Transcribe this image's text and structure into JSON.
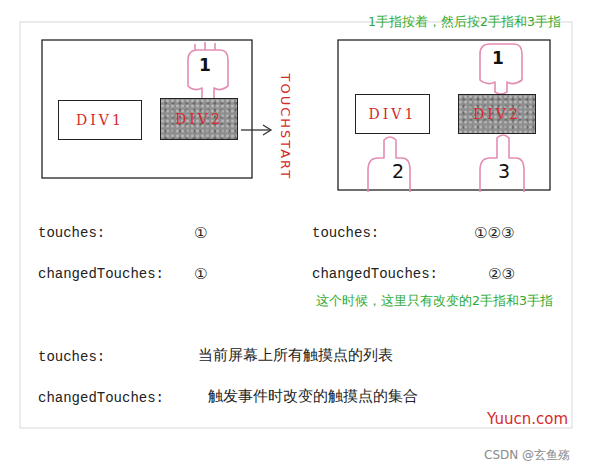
{
  "diagram": {
    "nodes": [
      {
        "text": [
          "DIV1"
        ]
      },
      {
        "text": [
          "DIV2"
        ]
      },
      {
        "text": [
          "DIV1"
        ]
      },
      {
        "text": [
          "DIV2"
        ]
      }
    ],
    "labels": [
      "1手指按着，然后按2手指和3手指",
      "1",
      "TOUCHSTART",
      "1",
      "2",
      "3",
      "touches:",
      "①",
      "touches:",
      "①②③",
      "changedTouches:",
      "①",
      "changedTouches:",
      "②③",
      "这个时候，这里只有改变的2手指和3手指",
      "touches:",
      "当前屏幕上所有触摸点的列表",
      "changedTouches:",
      "触发事件时改变的触摸点的集合",
      "Yuucn.com",
      "CSDN @玄鱼殇"
    ]
  }
}
